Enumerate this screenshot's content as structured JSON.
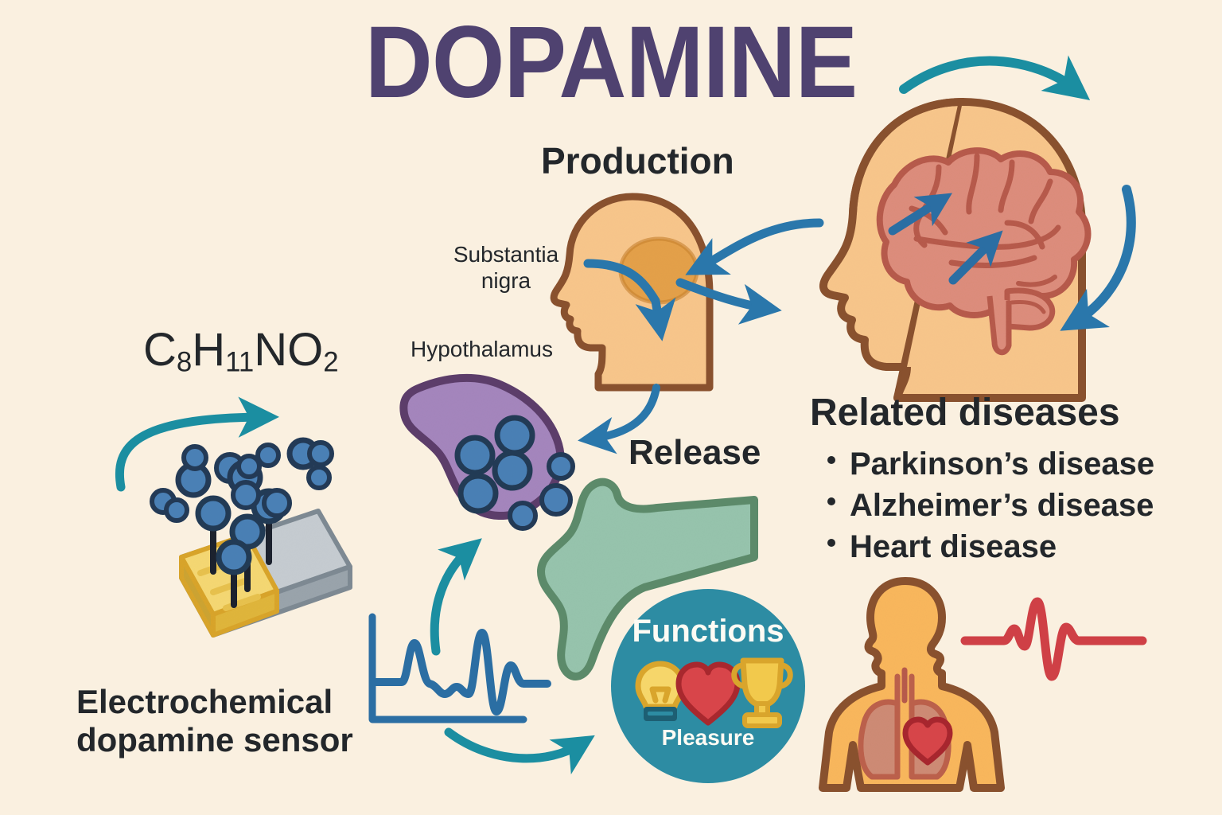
{
  "poster": {
    "title": "DOPAMINE",
    "background_color": "#faf0e0",
    "title_color": "#4f4270"
  },
  "production": {
    "heading": "Production",
    "substantia_nigra_label": "Substantia\nnigra",
    "hypothalamus_label": "Hypothalamus"
  },
  "chemistry": {
    "formula_parts": {
      "c": "C",
      "c_sub": "8",
      "h": "H",
      "h_sub": "11",
      "n": "N",
      "o": "O",
      "o_sub": "2"
    },
    "sensor_caption": "Electrochemical\ndopamine sensor"
  },
  "synapse": {
    "release_label": "Release"
  },
  "functions": {
    "heading": "Functions",
    "caption": "Pleasure",
    "circle_color": "#2d8ca3",
    "icons": [
      "lightbulb-icon",
      "heart-icon",
      "trophy-icon"
    ]
  },
  "diseases": {
    "heading": "Related diseases",
    "items": [
      "Parkinson’s disease",
      "Alzheimer’s disease",
      "Heart disease"
    ]
  },
  "palette": {
    "arrow_blue": "#2a77ab",
    "arrow_teal": "#1b8ea1",
    "skin": "#f8c68b",
    "skin_outline": "#8a5230",
    "brain_pink": "#dd8d7c",
    "brain_outline": "#b75a4b",
    "vesicle_blue": "#4a80b5",
    "vesicle_outline": "#233a56",
    "terminal_purple": "#a586bd",
    "terminal_outline": "#5c3e6b",
    "dendrite_green": "#97c4ad",
    "dendrite_outline": "#5d8b6b",
    "sensor_gray": "#b9bfc4",
    "sensor_gold": "#f0cc4e",
    "ecg_red": "#cf4046",
    "heart_red": "#d8454a",
    "trophy_gold": "#f2c94c"
  }
}
